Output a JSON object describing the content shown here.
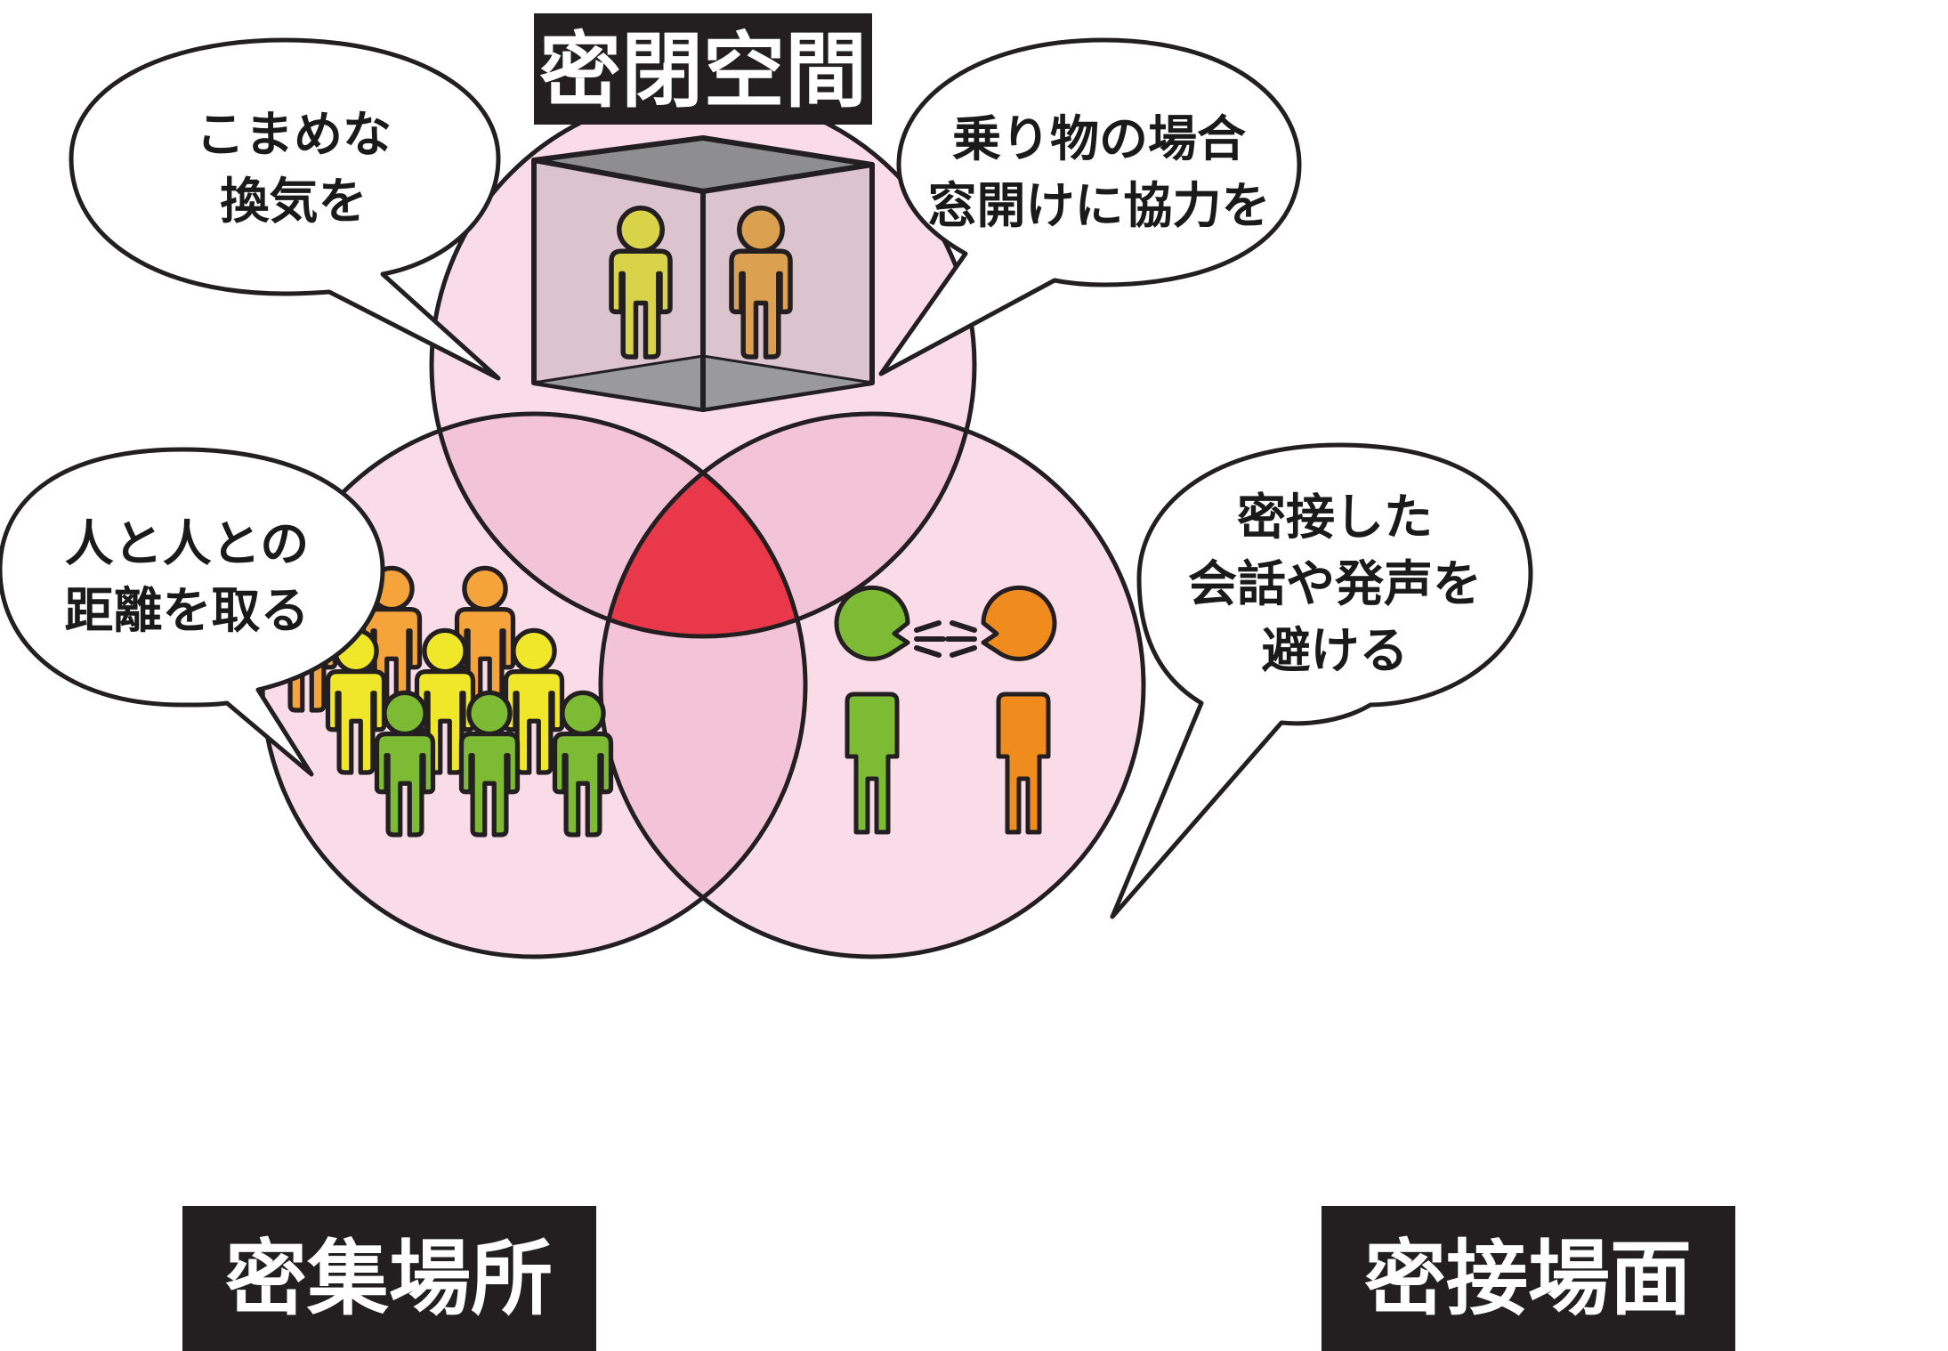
{
  "labels": {
    "closed_space": "密閉空間",
    "crowded_place": "密集場所",
    "close_contact": "密接場面"
  },
  "bubbles": {
    "ventilation": {
      "lines": [
        "こまめな",
        "換気を"
      ]
    },
    "vehicle": {
      "lines": [
        "乗り物の場合",
        "窓開けに協力を"
      ]
    },
    "distance": {
      "lines": [
        "人と人との",
        "距離を取る"
      ]
    },
    "conversation": {
      "lines": [
        "密接した",
        "会話や発声を",
        "避ける"
      ]
    }
  },
  "colors": {
    "circle_fill": "#f9dce8",
    "pair_overlap": "#f3c3d8",
    "center_overlap": "#e8384a",
    "outline": "#231f20",
    "label_bg": "#231f20",
    "person_orange": "#f5a43c",
    "person_yellow": "#f0e62a",
    "person_green": "#7dbb34",
    "person_olive": "#d9d34a",
    "person_tan": "#dba050",
    "speaker_orange": "#f08c1e"
  },
  "icons": [
    "room-cube-icon",
    "crowd-icon",
    "speaking-people-icon"
  ]
}
